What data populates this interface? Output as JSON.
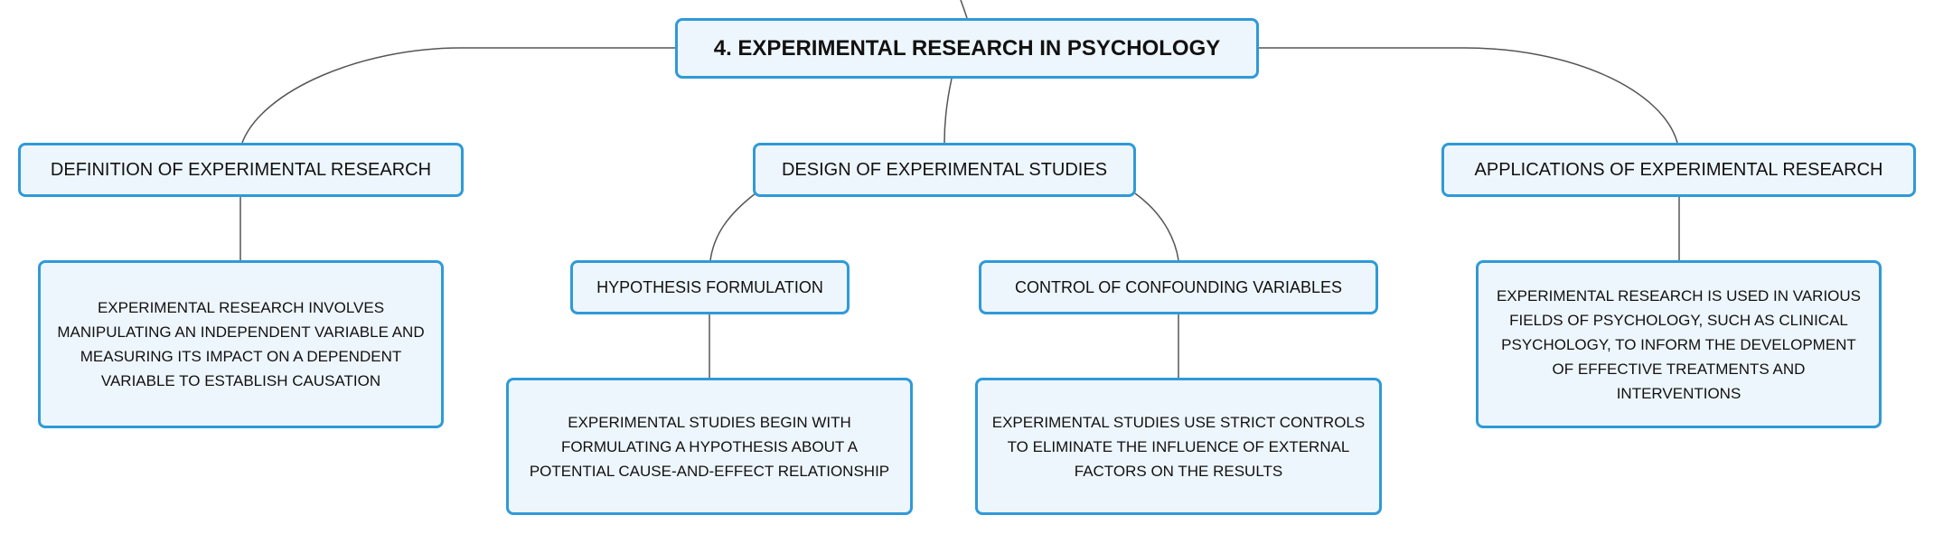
{
  "root": {
    "label": "4. EXPERIMENTAL RESEARCH IN PSYCHOLOGY"
  },
  "definition": {
    "label": "DEFINITION OF EXPERIMENTAL RESEARCH",
    "description": "EXPERIMENTAL RESEARCH INVOLVES MANIPULATING AN INDEPENDENT VARIABLE AND MEASURING ITS IMPACT ON A DEPENDENT VARIABLE TO ESTABLISH CAUSATION"
  },
  "design": {
    "label": "DESIGN OF EXPERIMENTAL STUDIES",
    "hypothesis": {
      "label": "HYPOTHESIS FORMULATION",
      "description": "EXPERIMENTAL STUDIES BEGIN WITH FORMULATING A HYPOTHESIS ABOUT A POTENTIAL CAUSE-AND-EFFECT RELATIONSHIP"
    },
    "control": {
      "label": "CONTROL OF CONFOUNDING VARIABLES",
      "description": "EXPERIMENTAL STUDIES USE STRICT CONTROLS TO ELIMINATE THE INFLUENCE OF EXTERNAL FACTORS ON THE RESULTS"
    }
  },
  "applications": {
    "label": "APPLICATIONS OF EXPERIMENTAL RESEARCH",
    "description": "EXPERIMENTAL RESEARCH IS USED IN VARIOUS FIELDS OF PSYCHOLOGY, SUCH AS CLINICAL PSYCHOLOGY, TO INFORM THE DEVELOPMENT OF EFFECTIVE TREATMENTS AND INTERVENTIONS"
  },
  "colors": {
    "node_border": "#2f9ad8",
    "node_fill": "#eef6fd",
    "connector": "#555555"
  }
}
